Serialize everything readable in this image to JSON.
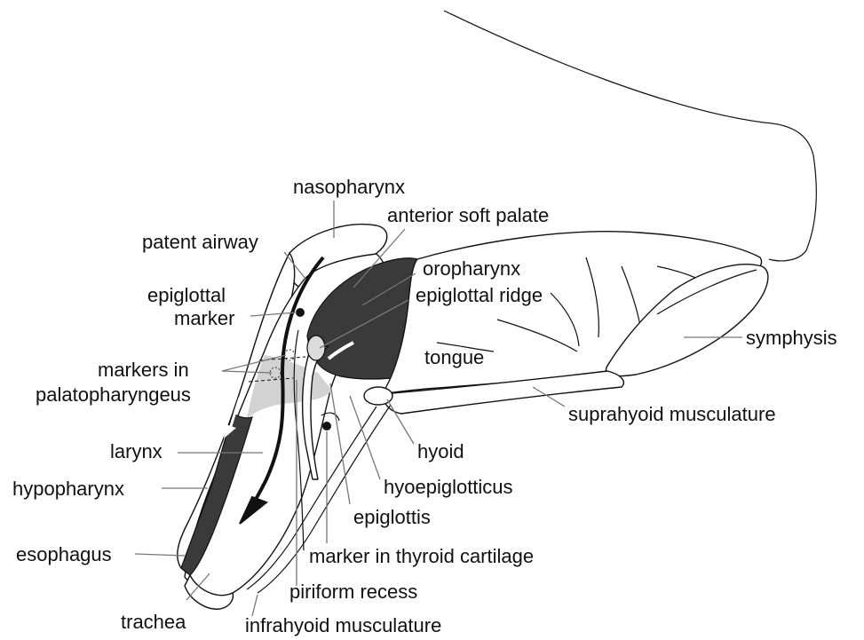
{
  "colors": {
    "ink": "#111111",
    "dark_region": "#3a3a3a",
    "light_region": "#d2d2d2",
    "leader_line": "#777777"
  },
  "labels": {
    "nasopharynx": "nasopharynx",
    "anterior_soft_palate": "anterior soft palate",
    "patent_airway": "patent airway",
    "oropharynx": "oropharynx",
    "epiglottal_ridge": "epiglottal ridge",
    "epiglottal_marker_1": "epiglottal",
    "epiglottal_marker_2": "marker",
    "symphysis": "symphysis",
    "tongue": "tongue",
    "markers_palato_1": "markers in",
    "markers_palato_2": "palatopharyngeus",
    "suprahyoid": "suprahyoid musculature",
    "hyoid": "hyoid",
    "larynx": "larynx",
    "hyoepiglotticus": "hyoepiglotticus",
    "hypopharynx": "hypopharynx",
    "epiglottis": "epiglottis",
    "esophagus": "esophagus",
    "marker_thyroid": "marker in thyroid cartilage",
    "piriform_recess": "piriform recess",
    "trachea": "trachea",
    "infrahyoid": "infrahyoid musculature"
  },
  "arrows": {
    "airflow": "black-arrow",
    "esophageal_flow": "white-arrow"
  }
}
